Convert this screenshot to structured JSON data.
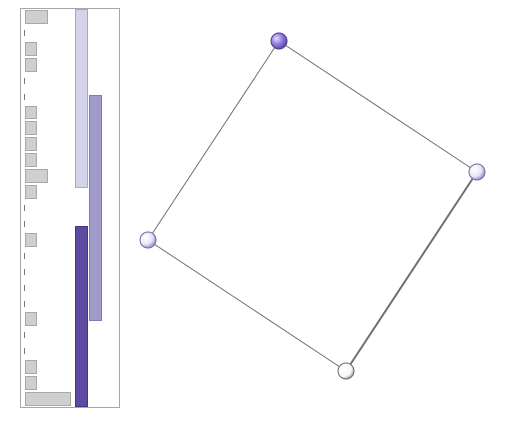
{
  "histogram": {
    "values": [
      2,
      0,
      1,
      1,
      0,
      0,
      1,
      1,
      1,
      1,
      2,
      1,
      0,
      0,
      1,
      0,
      0,
      0,
      0,
      1,
      0,
      0,
      1,
      1,
      4
    ],
    "max_value": 4
  },
  "range_bars": [
    {
      "column": 0,
      "start": 0.0,
      "end": 0.45,
      "tone": "light"
    },
    {
      "column": 1,
      "start": 0.215,
      "end": 0.785,
      "tone": "mid"
    },
    {
      "column": 0,
      "start": 0.545,
      "end": 1.0,
      "tone": "dark"
    }
  ],
  "shape": {
    "vertices": [
      {
        "id": "top",
        "color": "purple"
      },
      {
        "id": "right",
        "color": "lavender"
      },
      {
        "id": "bottom",
        "color": "white"
      },
      {
        "id": "left",
        "color": "lavender"
      }
    ]
  },
  "colors": {
    "hist_fill": "#cfcfcf",
    "range_light": "#d5d3ea",
    "range_mid": "#9f9bcb",
    "range_dark": "#5e4aa0",
    "handle_purple": "#8a72d6",
    "edge": "#6f6f6f"
  }
}
